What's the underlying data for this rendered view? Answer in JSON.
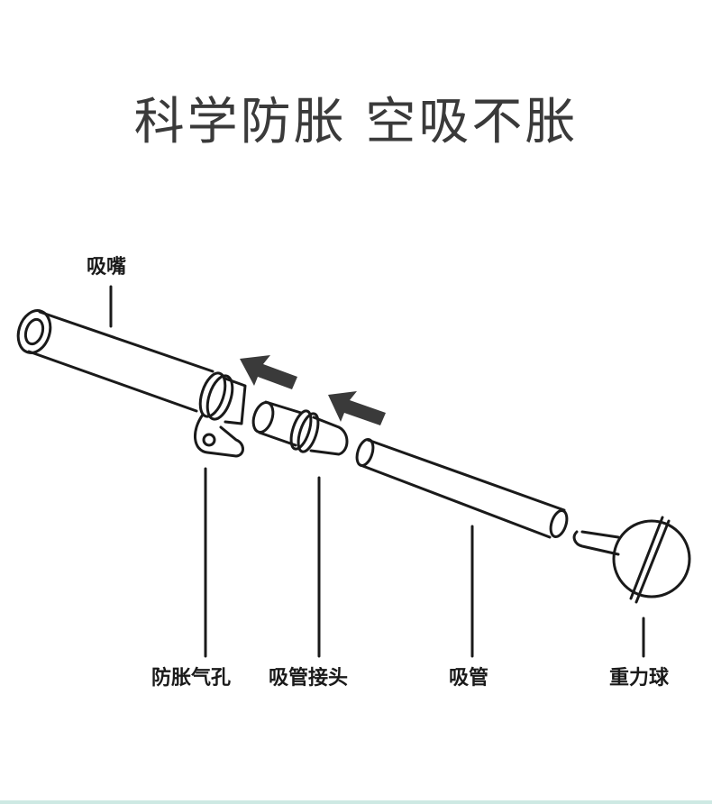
{
  "headline": "科学防胀 空吸不胀",
  "labels": {
    "mouthpiece": "吸嘴",
    "vent_hole": "防胀气孔",
    "straw_connector": "吸管接头",
    "straw": "吸管",
    "gravity_ball": "重力球"
  },
  "colors": {
    "line": "#1a1a1a",
    "arrow": "#3a3a3a",
    "headline": "#3a3a3a"
  }
}
